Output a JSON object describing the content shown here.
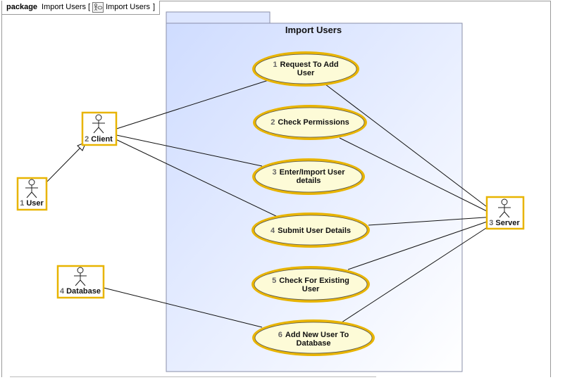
{
  "package_tab": {
    "keyword": "package",
    "name": "Import Users",
    "bracket_open": "[",
    "diagram_name": "Import Users",
    "bracket_close": "]"
  },
  "subject": {
    "title": "Import Users"
  },
  "actors": [
    {
      "id": "user",
      "number": "1",
      "name": "User"
    },
    {
      "id": "client",
      "number": "2",
      "name": "Client"
    },
    {
      "id": "server",
      "number": "3",
      "name": "Server"
    },
    {
      "id": "database",
      "number": "4",
      "name": "Database"
    }
  ],
  "use_cases": [
    {
      "id": "uc1",
      "number": "1",
      "lines": [
        "Request To Add",
        "User"
      ]
    },
    {
      "id": "uc2",
      "number": "2",
      "lines": [
        "Check Permissions"
      ]
    },
    {
      "id": "uc3",
      "number": "3",
      "lines": [
        "Enter/Import User",
        "details"
      ]
    },
    {
      "id": "uc4",
      "number": "4",
      "lines": [
        "Submit User Details"
      ]
    },
    {
      "id": "uc5",
      "number": "5",
      "lines": [
        "Check For Existing",
        "User"
      ]
    },
    {
      "id": "uc6",
      "number": "6",
      "lines": [
        "Add New User To",
        "Database"
      ]
    }
  ],
  "colors": {
    "actor_border": "#e8b400",
    "usecase_fill": "#fdfbd7",
    "usecase_border": "#e8b400",
    "subject_fill_top": "#cfdcff",
    "subject_fill_bottom": "#ffffff"
  }
}
